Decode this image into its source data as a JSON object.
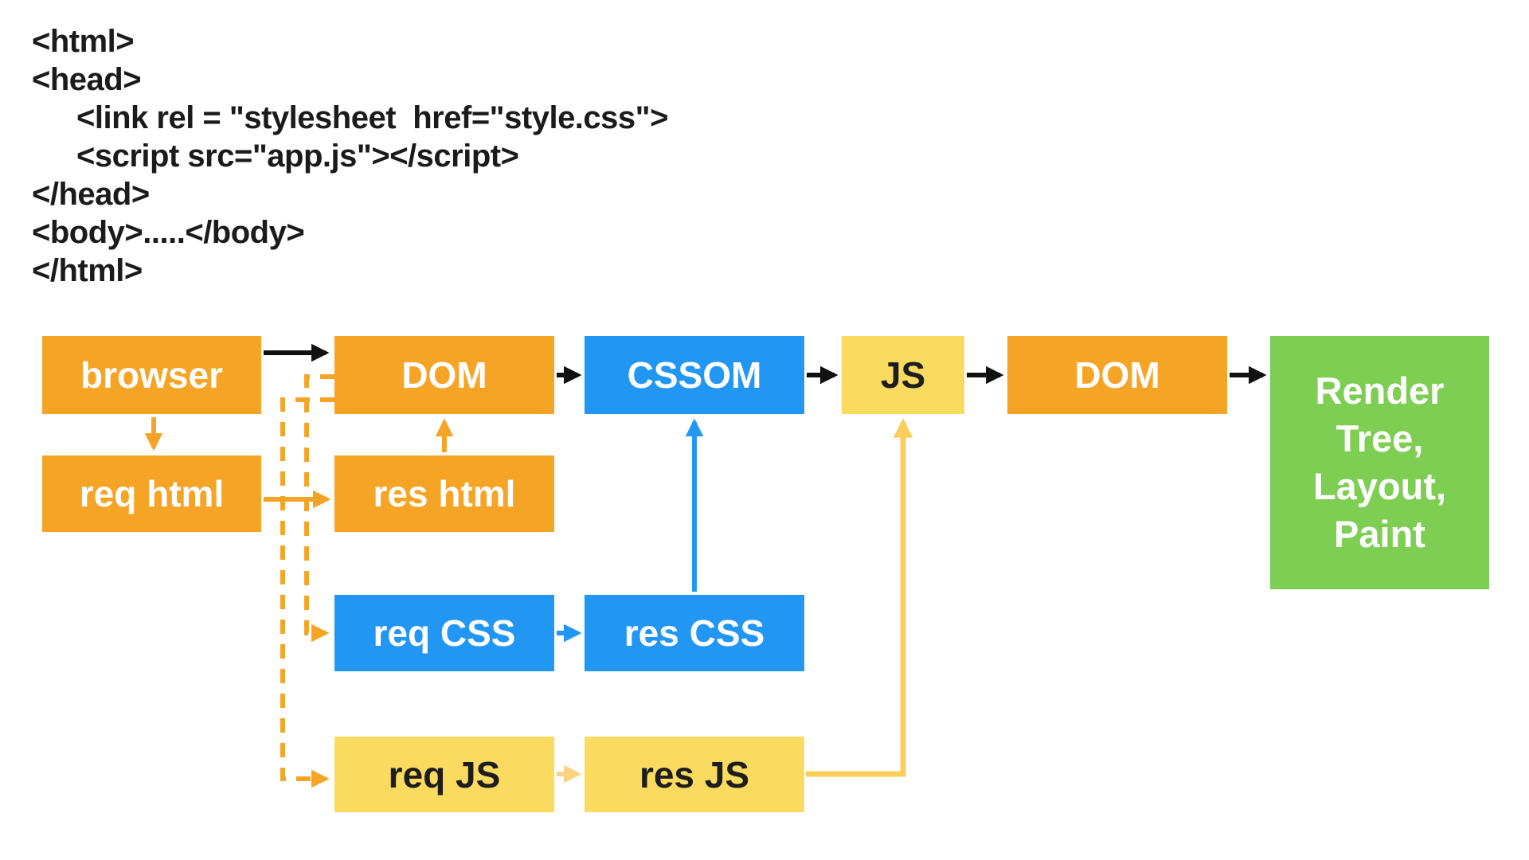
{
  "page": {
    "background": "#FFFFFF"
  },
  "code_block": {
    "lines": [
      "<html>",
      "<head>",
      "<link rel = \"stylesheet  href=\"style.css\">",
      "<script src=\"app.js\"></script>",
      "</head>",
      "<body>.....</body>",
      "</html>"
    ]
  },
  "diagram": {
    "boxes": {
      "browser": "browser",
      "dom1": "DOM",
      "cssom": "CSSOM",
      "js": "JS",
      "dom2": "DOM",
      "render": "Render Tree, Layout, Paint",
      "req_html": "req html",
      "res_html": "res html",
      "req_css": "req CSS",
      "res_css": "res CSS",
      "req_js": "req JS",
      "res_js": "res JS"
    },
    "colors": {
      "orange": "#F6A426",
      "blue": "#2196F3",
      "yellow_box": "#FADB60",
      "green": "#7DCE52",
      "black_arrow": "#111111",
      "yellow_elbow_arrow": "#F9CE5B",
      "pale_yellow_arrow": "#FBD285",
      "box_text_light": "#FFFFFF",
      "box_text_dark": "#1D1D1D",
      "code_text": "#1B1B1B"
    }
  }
}
